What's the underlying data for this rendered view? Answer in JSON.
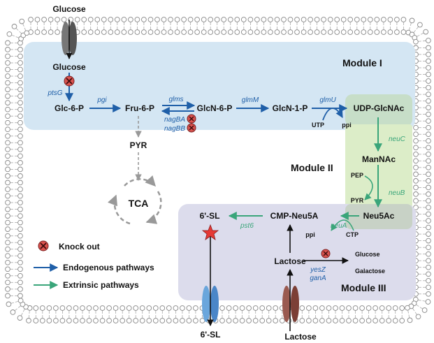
{
  "modules": {
    "module1": "Module I",
    "module2": "Module II",
    "module3": "Module III"
  },
  "metabolites": {
    "glucose_out": "Glucose",
    "glucose_in": "Glucose",
    "glc6p": "Glc-6-P",
    "fru6p": "Fru-6-P",
    "glcn6p": "GlcN-6-P",
    "glcn1p": "GlcN-1-P",
    "udp_glcnac": "UDP-GlcNAc",
    "utp": "UTP",
    "ppi1": "ppi",
    "pyr_top": "PYR",
    "tca": "TCA",
    "mannac": "ManNAc",
    "pep": "PEP",
    "pyr2": "PYR",
    "neu5ac": "Neu5Ac",
    "cmp_neu5a": "CMP-Neu5A",
    "ppi2": "ppi",
    "ctp": "CTP",
    "sl_in": "6'-SL",
    "lactose_in": "Lactose",
    "glucose_prod": "Glucose",
    "galactose": "Galactose",
    "sl_out": "6'-SL",
    "lactose_out": "Lactose"
  },
  "enzymes": {
    "ptsG": "ptsG",
    "pgi": "pgi",
    "glms": "glms",
    "glmM": "glmM",
    "glmU": "glmU",
    "nagBA": "nagBA",
    "nagBB": "nagBB",
    "neuC": "neuC",
    "neuB": "neuB",
    "neuA": "neuA",
    "pst6": "pst6",
    "yesZ": "yesZ",
    "ganA": "ganA"
  },
  "legend": {
    "knockout": "Knock out",
    "endogenous": "Endogenous pathways",
    "extrinsic": "Extrinsic pathways"
  },
  "colors": {
    "endogenous": "#1f5fa8",
    "extrinsic": "#3aa57a",
    "module1_bg": "#d4e6f3",
    "module2_bg": "#dcedc8",
    "module3_bg": "#dcdcec",
    "knockout": "#d9534f",
    "transporter_blue": "#6aa6dc",
    "transporter_brown": "#8c4a40",
    "transporter_gray": "#555555",
    "star": "#e53935"
  }
}
